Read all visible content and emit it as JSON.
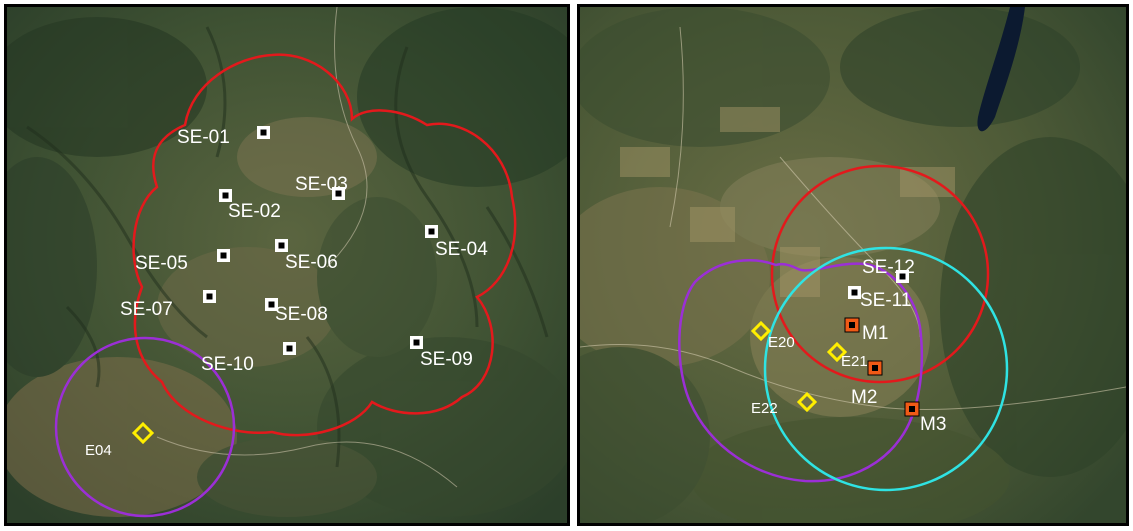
{
  "colors": {
    "red": "#e3191c",
    "purple": "#9b2fd6",
    "cyan": "#2fe3e3",
    "white_marker": "#ffffff",
    "orange_marker": "#f05a16",
    "yellow_marker": "#ffee00"
  },
  "left_map": {
    "white_markers": [
      {
        "label": "SE-01"
      },
      {
        "label": "SE-02"
      },
      {
        "label": "SE-03"
      },
      {
        "label": "SE-04"
      },
      {
        "label": "SE-05"
      },
      {
        "label": "SE-06"
      },
      {
        "label": "SE-07"
      },
      {
        "label": "SE-08"
      },
      {
        "label": "SE-09"
      },
      {
        "label": "SE-10"
      }
    ],
    "yellow_markers": [
      {
        "label": "E04"
      }
    ]
  },
  "right_map": {
    "white_markers": [
      {
        "label": "SE-12"
      },
      {
        "label": "SE-11"
      }
    ],
    "orange_markers": [
      {
        "label": "M1"
      },
      {
        "label": "M2"
      },
      {
        "label": "M3"
      }
    ],
    "yellow_markers": [
      {
        "label": "E20"
      },
      {
        "label": "E21"
      },
      {
        "label": "E22"
      }
    ]
  }
}
